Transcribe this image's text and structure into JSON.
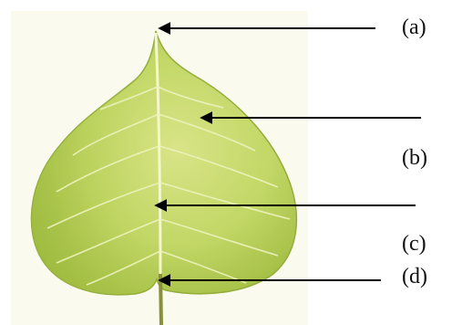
{
  "labels": {
    "a": "(a)",
    "b": "(b)",
    "c": "(c)",
    "d": "(d)"
  },
  "colors": {
    "background_panel": "#fbfaee",
    "leaf_light": "#d7e27d",
    "leaf_mid": "#b9d158",
    "leaf_dark": "#8fae33",
    "vein": "#f2f5c8",
    "petiole": "#8a8f3a",
    "arrow": "#000000"
  },
  "icons": {
    "leaf": "leaf-illustration",
    "arrow": "left-arrow"
  }
}
